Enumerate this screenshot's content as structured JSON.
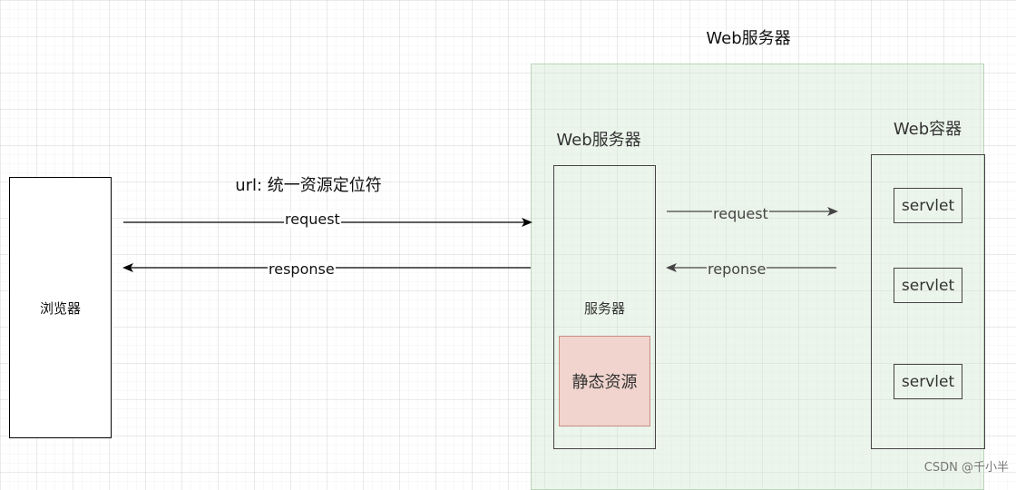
{
  "diagram": {
    "outer_title": "Web服务器",
    "url_label": "url: 统一资源定位符",
    "browser_label": "浏览器",
    "server_title": "Web服务器",
    "server_label": "服务器",
    "static_label": "静态资源",
    "container_title": "Web容器",
    "servlets": [
      "servlet",
      "servlet",
      "servlet"
    ],
    "edges": {
      "request_left": "request",
      "response_left": "response",
      "request_right": "request",
      "response_right": "reponse"
    }
  },
  "watermark": "CSDN @千小半"
}
